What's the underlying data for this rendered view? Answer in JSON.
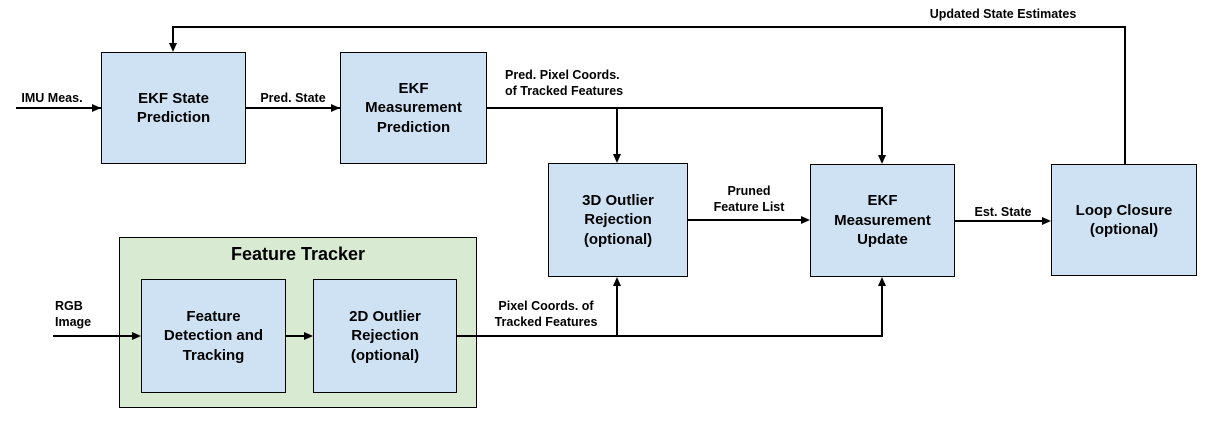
{
  "diagram": {
    "group": {
      "label": "Feature Tracker"
    },
    "nodes": {
      "ekf_state_prediction": "EKF State\nPrediction",
      "ekf_measurement_prediction": "EKF\nMeasurement\nPrediction",
      "outlier_rejection_3d": "3D Outlier\nRejection\n(optional)",
      "ekf_measurement_update": "EKF\nMeasurement\nUpdate",
      "loop_closure": "Loop Closure\n(optional)",
      "feature_detection_tracking": "Feature\nDetection and\nTracking",
      "outlier_rejection_2d": "2D Outlier\nRejection\n(optional)"
    },
    "edge_labels": {
      "imu_meas": "IMU Meas.",
      "pred_state": "Pred. State",
      "pred_pixel_coords": "Pred. Pixel Coords.\nof Tracked Features",
      "updated_state_estimates": "Updated State Estimates",
      "pruned_feature_list": "Pruned\nFeature List",
      "est_state": "Est. State",
      "rgb_image": "RGB\nImage",
      "pixel_coords_tracked": "Pixel Coords. of\nTracked Features"
    },
    "colors": {
      "node_fill": "#cfe2f3",
      "group_fill": "#d9ead3",
      "stroke": "#000000",
      "background": "#ffffff"
    }
  }
}
